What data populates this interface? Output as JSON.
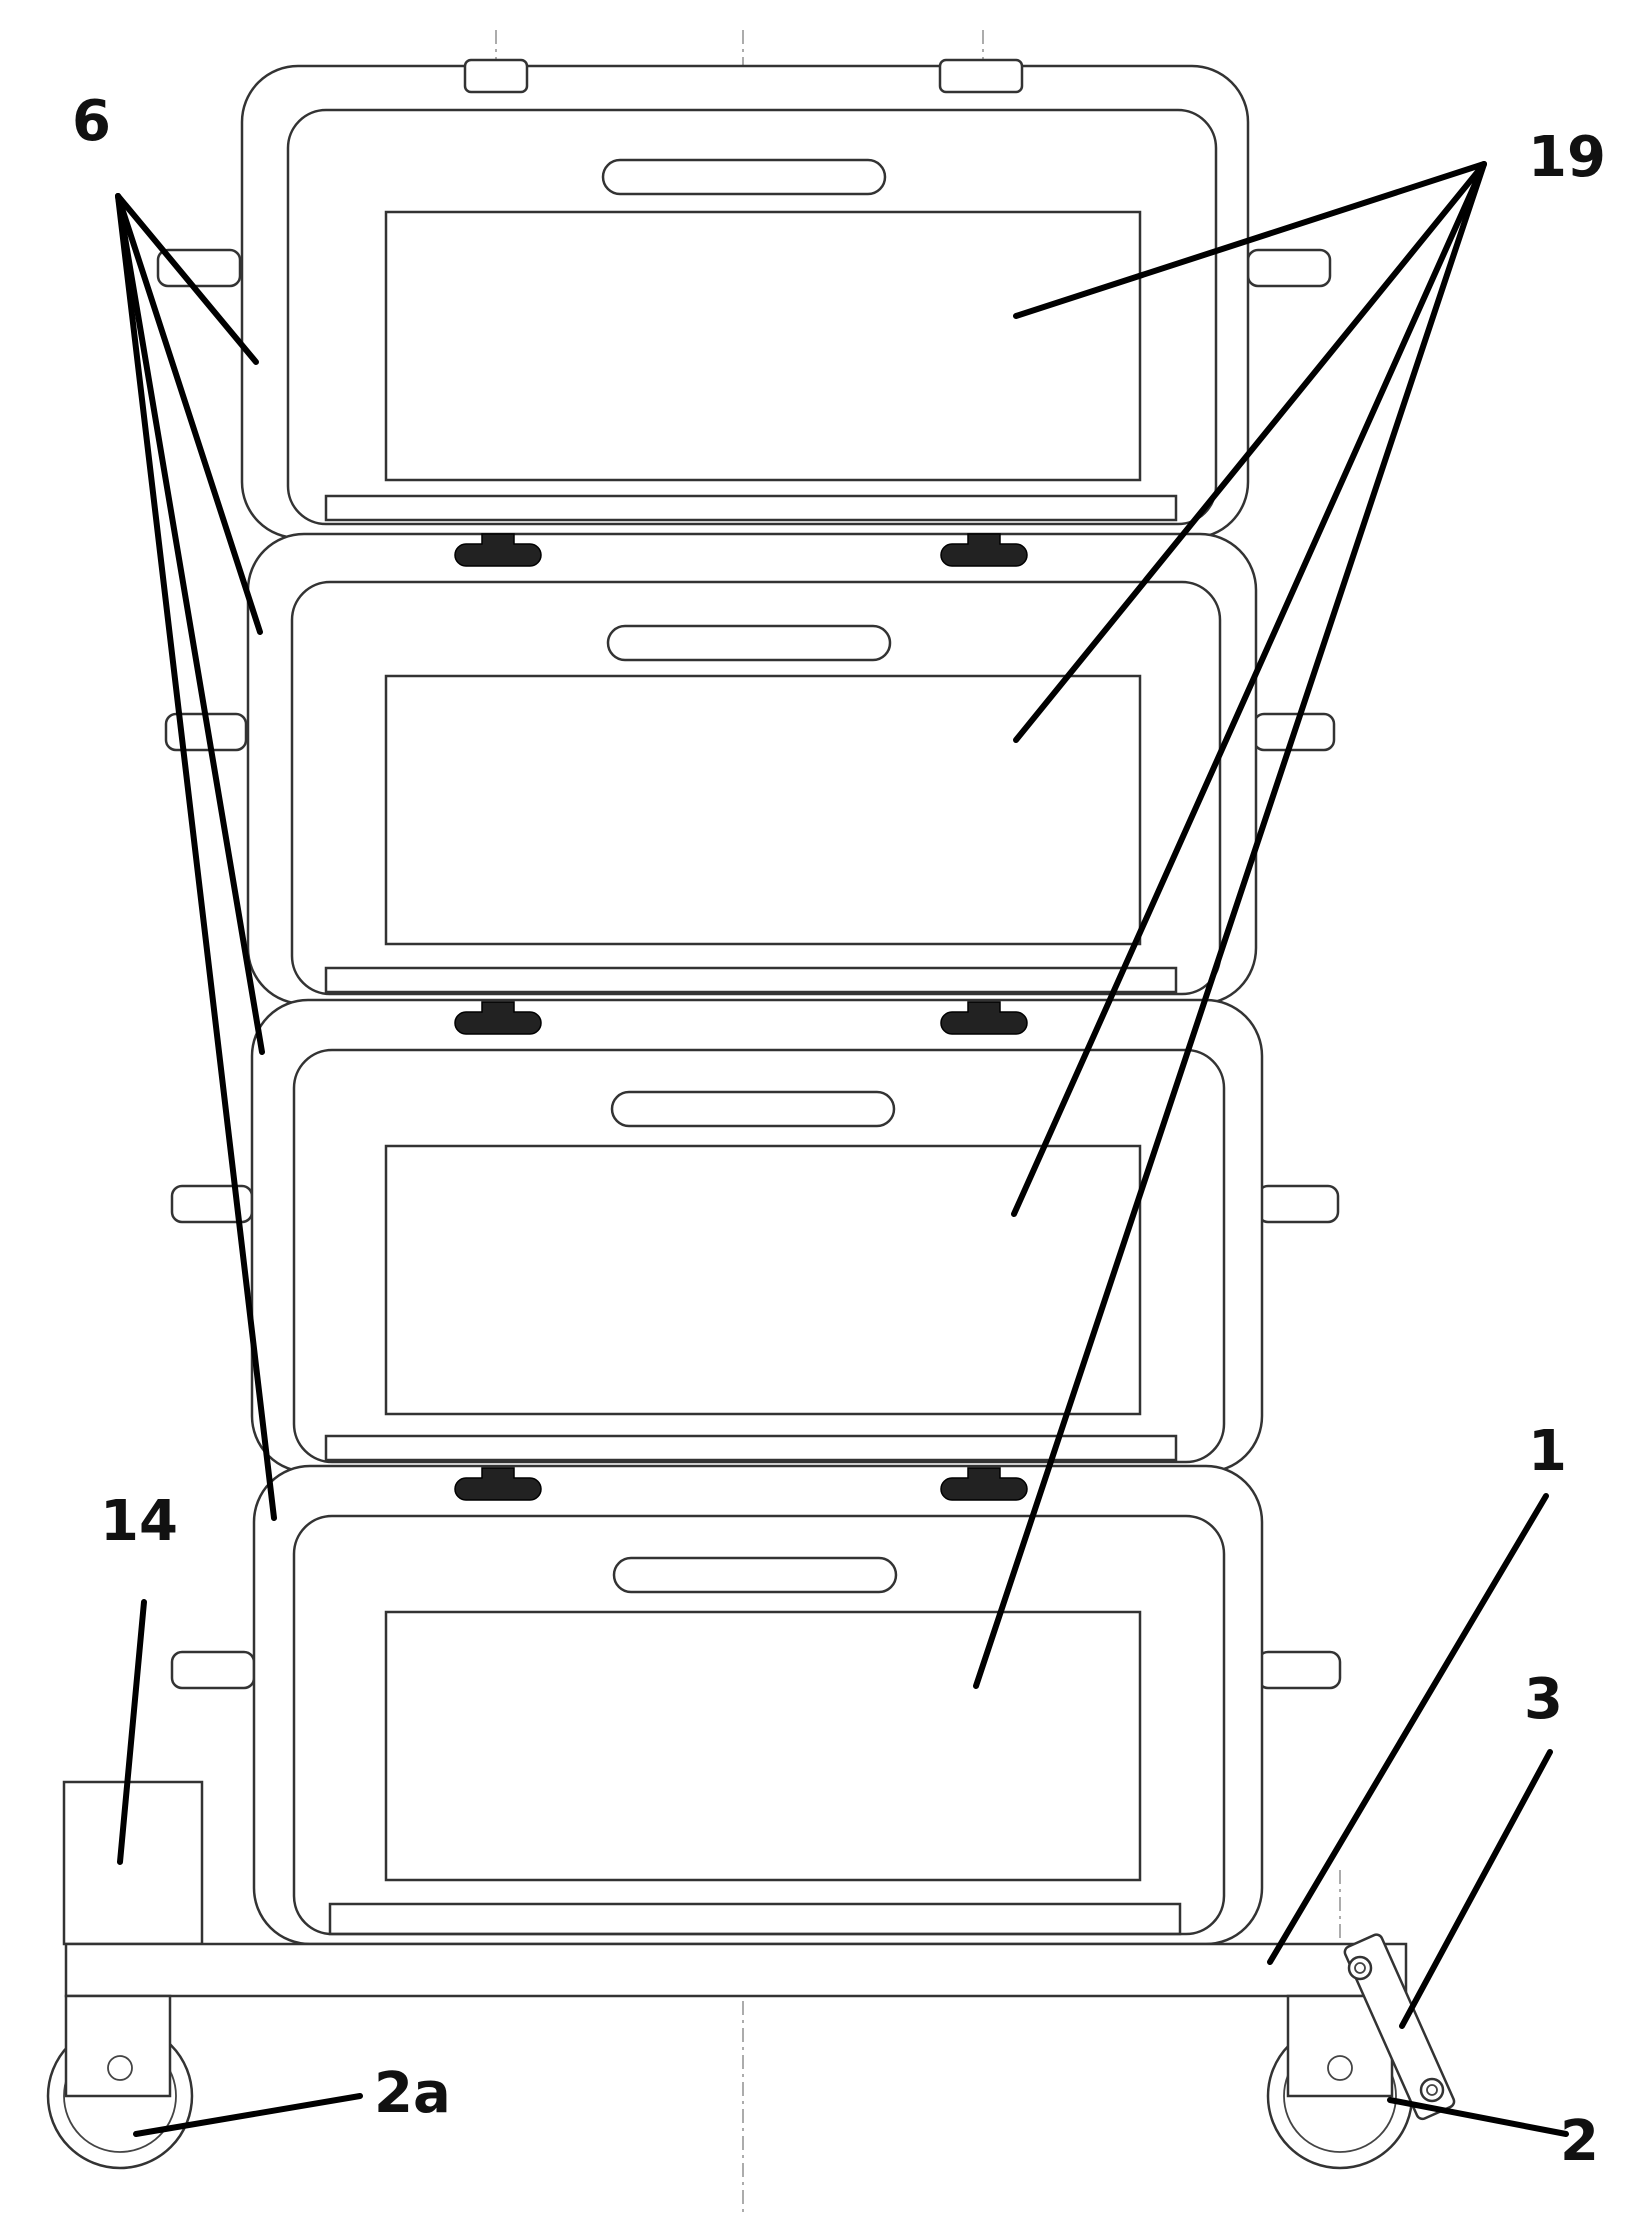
{
  "figure": {
    "labels": {
      "l6": "6",
      "l19": "19",
      "l14": "14",
      "l1": "1",
      "l3": "3",
      "l2a": "2a",
      "l2": "2"
    }
  }
}
